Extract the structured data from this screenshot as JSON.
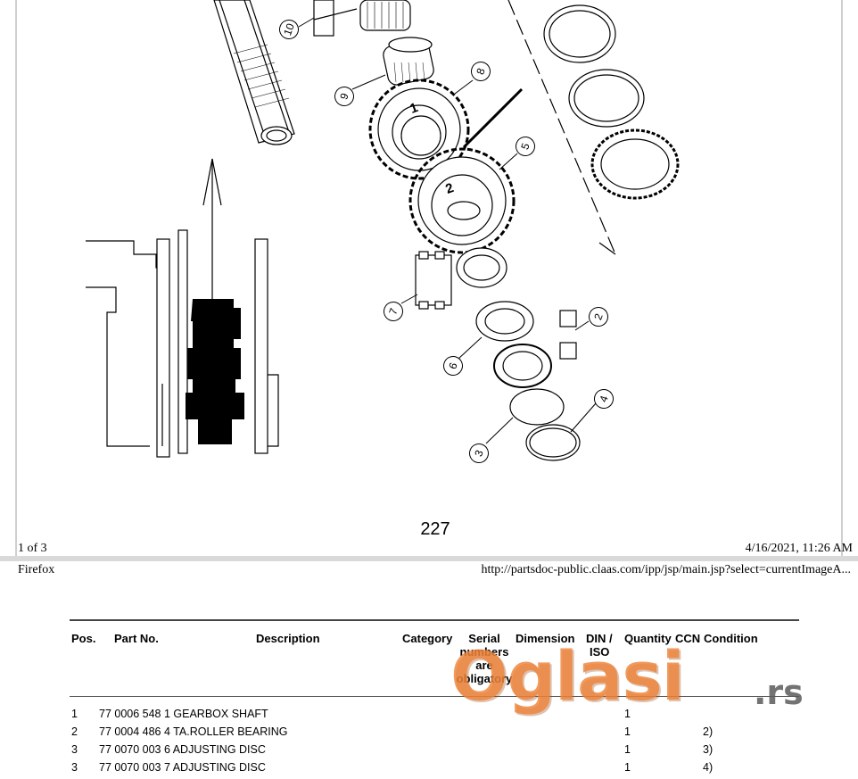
{
  "page1": {
    "page_number": "227",
    "page_count": "1 of 3",
    "print_date": "4/16/2021, 11:26 AM",
    "callouts": [
      "10",
      "9",
      "8",
      "5",
      "7",
      "6",
      "2",
      "4",
      "3"
    ],
    "gear_labels": [
      "1",
      "2"
    ]
  },
  "page2": {
    "browser": "Firefox",
    "url": "http://partsdoc-public.claas.com/ipp/jsp/main.jsp?select=currentImageA..."
  },
  "table": {
    "headers": {
      "pos": "Pos.",
      "part_no": "Part No.",
      "description": "Description",
      "category": "Category",
      "serial": [
        "Serial",
        "numbers",
        "are",
        "obligatory"
      ],
      "dimension": "Dimension",
      "din_iso": [
        "DIN /",
        "ISO"
      ],
      "quantity": "Quantity",
      "ccn": "CCN",
      "condition": "Condition"
    },
    "rows": [
      {
        "pos": "1",
        "part": "77 0006 548 1 GEARBOX SHAFT",
        "qty": "1",
        "cond": ""
      },
      {
        "pos": "2",
        "part": "77 0004 486 4 TA.ROLLER BEARING",
        "qty": "1",
        "cond": "2)"
      },
      {
        "pos": "3",
        "part": "77 0070 003 6 ADJUSTING DISC",
        "qty": "1",
        "cond": "3)"
      },
      {
        "pos": "3",
        "part": "77 0070 003 7 ADJUSTING DISC",
        "qty": "1",
        "cond": "4)"
      }
    ]
  },
  "watermark": {
    "main": "Oglasi",
    "suffix": ".rs",
    "colors": {
      "main": "#ee843a",
      "suffix": "#5a5a5a"
    }
  }
}
